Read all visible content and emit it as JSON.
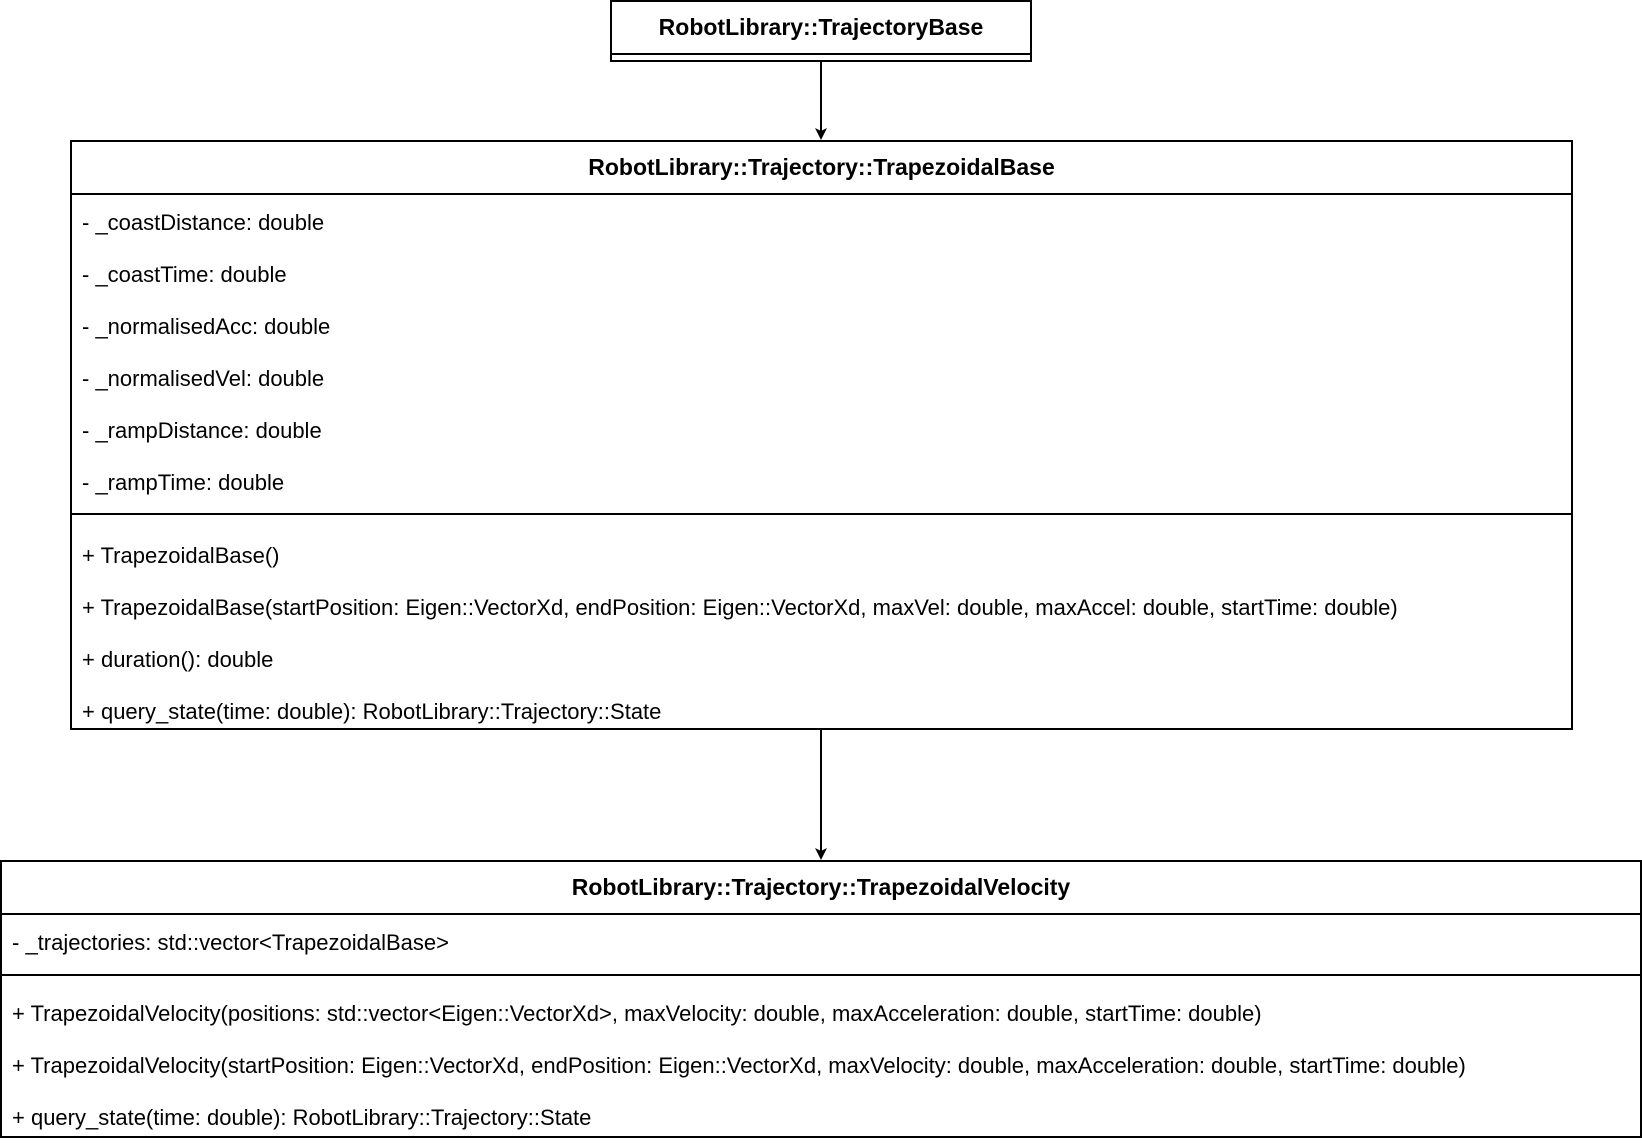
{
  "classes": {
    "trajectory_base": {
      "name": "RobotLibrary::TrajectoryBase"
    },
    "trapezoidal_base": {
      "name": "RobotLibrary::Trajectory::TrapezoidalBase",
      "attributes": [
        "- _coastDistance: double",
        "- _coastTime: double",
        "- _normalisedAcc: double",
        "- _normalisedVel: double",
        "- _rampDistance: double",
        "- _rampTime: double"
      ],
      "methods": [
        "+ TrapezoidalBase()",
        "+ TrapezoidalBase(startPosition: Eigen::VectorXd, endPosition: Eigen::VectorXd, maxVel: double, maxAccel: double, startTime: double)",
        "+ duration(): double",
        "+ query_state(time: double): RobotLibrary::Trajectory::State"
      ]
    },
    "trapezoidal_velocity": {
      "name": "RobotLibrary::Trajectory::TrapezoidalVelocity",
      "attributes": [
        "- _trajectories: std::vector<TrapezoidalBase>"
      ],
      "methods": [
        "+ TrapezoidalVelocity(positions: std::vector<Eigen::VectorXd>, maxVelocity: double, maxAcceleration: double, startTime: double)",
        "+ TrapezoidalVelocity(startPosition: Eigen::VectorXd, endPosition: Eigen::VectorXd, maxVelocity: double, maxAcceleration: double, startTime: double)",
        "+ query_state(time: double): RobotLibrary::Trajectory::State"
      ]
    }
  },
  "colors": {
    "stroke": "#000000",
    "background": "#ffffff"
  }
}
